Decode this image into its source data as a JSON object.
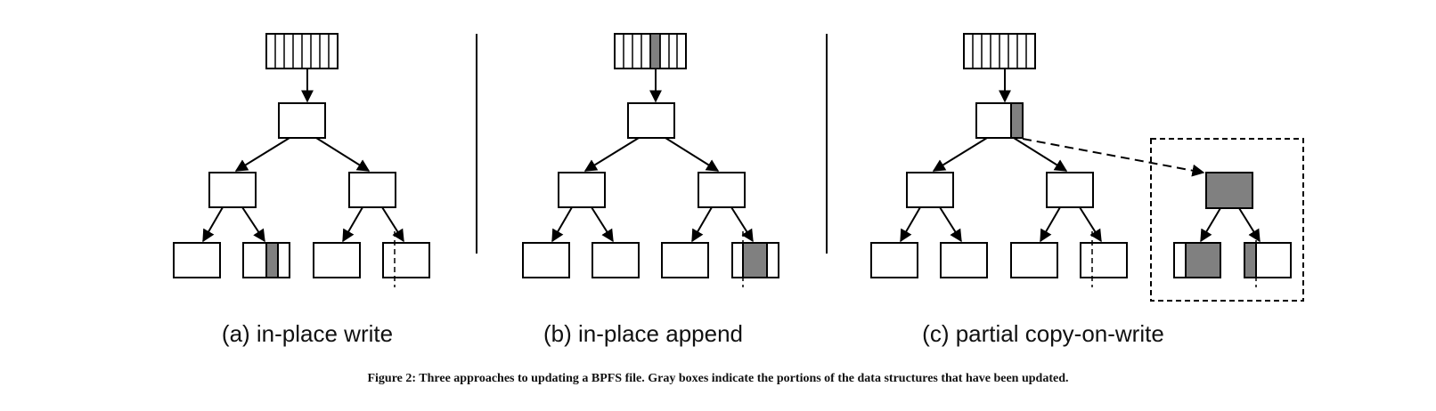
{
  "panels": [
    {
      "id": "a",
      "label": "(a) in-place write"
    },
    {
      "id": "b",
      "label": "(b) in-place append"
    },
    {
      "id": "c",
      "label": "(c) partial copy-on-write"
    }
  ],
  "caption": "Figure 2: Three approaches to updating a BPFS file. Gray boxes indicate the portions of the data structures that have been updated.",
  "colors": {
    "updated_fill": "#808080",
    "stroke": "#000000",
    "background": "#ffffff"
  }
}
